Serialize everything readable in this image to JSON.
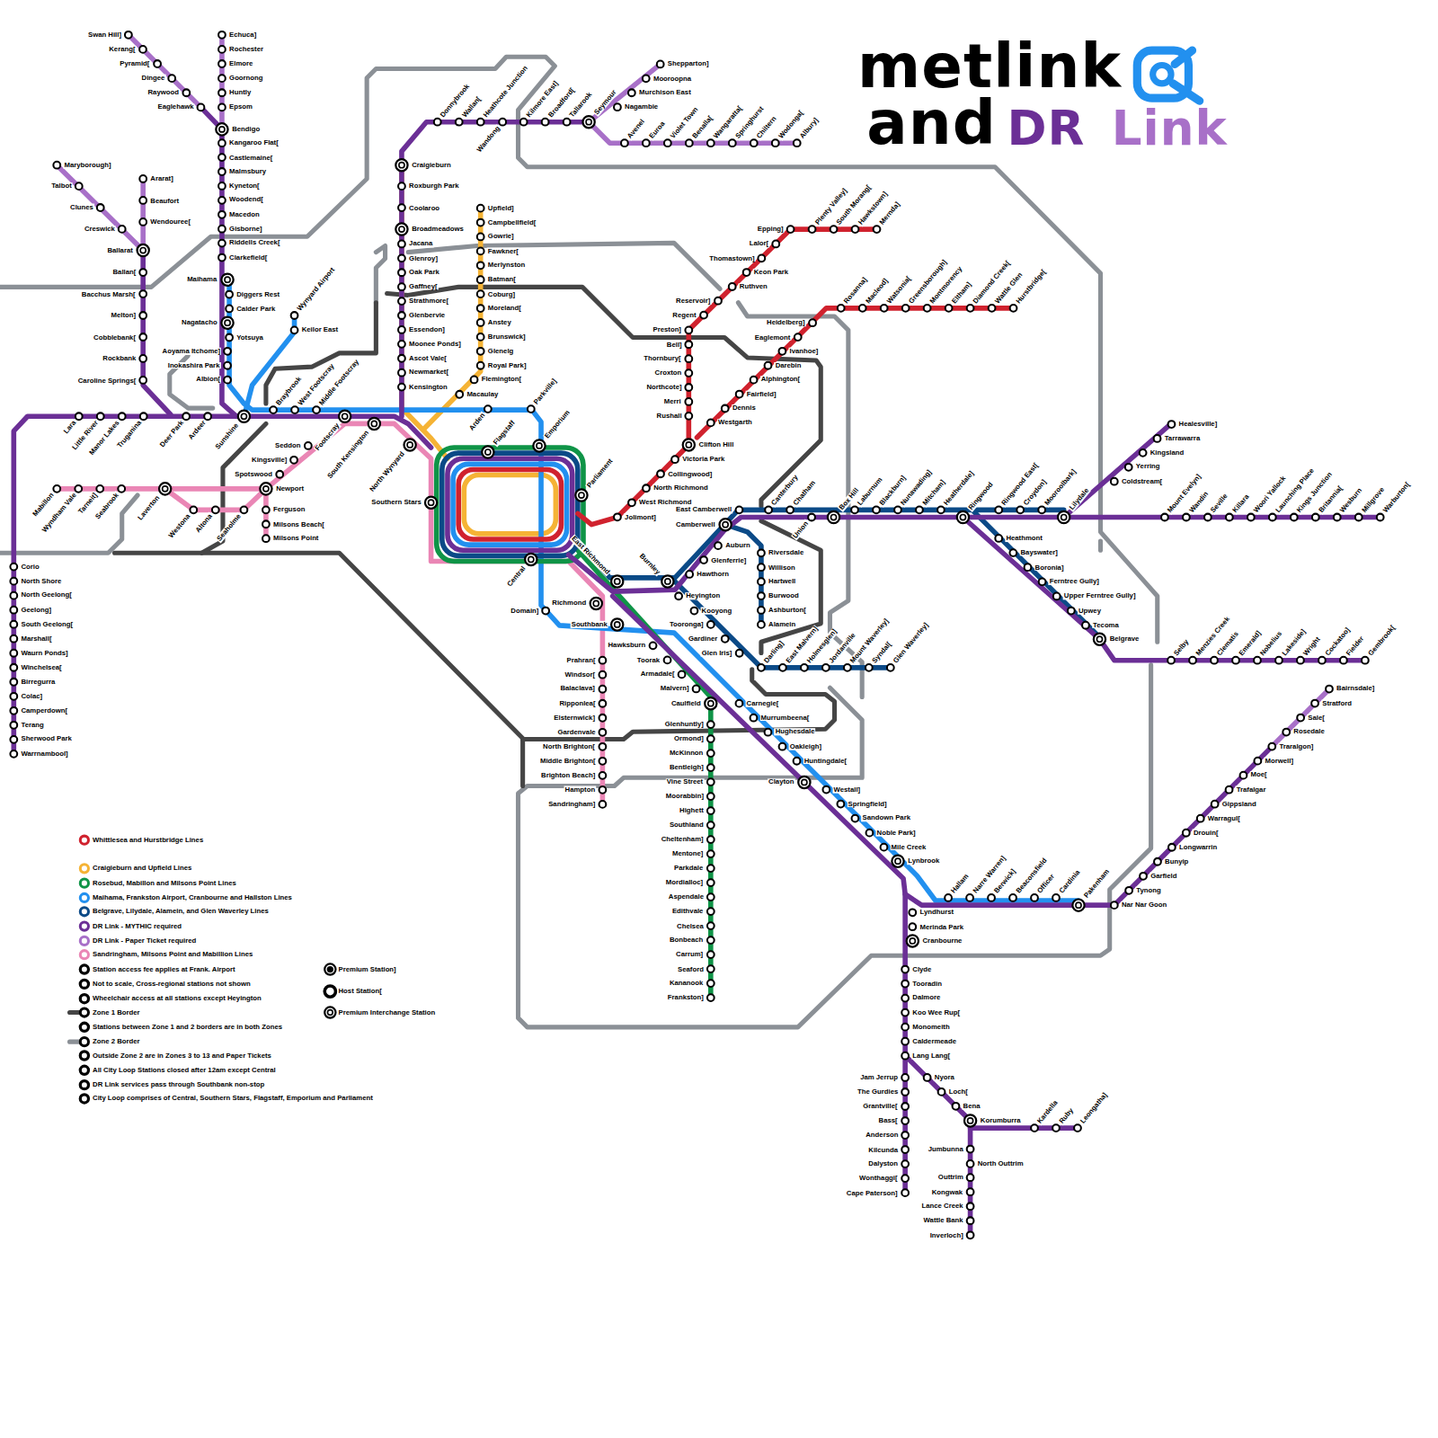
{
  "diagram": {
    "title": "metlink",
    "labels": [
      "and",
      "DR",
      "Link",
      "Swan Hill]",
      "Kerang[",
      "Pyramid[",
      "Dingee",
      "Raywood",
      "Eaglehawk",
      "Echuca]",
      "Rochester",
      "Elmore",
      "Goornong",
      "Huntly",
      "Epsom",
      "Bendigo",
      "Kangaroo Flat[",
      "Castlemaine[",
      "Malmsbury",
      "Kyneton[",
      "Woodend[",
      "Macedon",
      "Gisborne]",
      "Riddells Creek[",
      "Clarkefield[",
      "Maihama",
      "Diggers Rest",
      "Calder Park",
      "Nagatacho",
      "Yotsuya",
      "Aoyama Itchome]",
      "Inokashira Park",
      "Albion[",
      "Maryborough]",
      "Talbot",
      "Clunes",
      "Creswick",
      "Ararat]",
      "Beaufort",
      "Wendouree[",
      "Ballarat",
      "Ballan[",
      "Bacchus Marsh[",
      "Melton]",
      "Cobblebank[",
      "Rockbank",
      "Caroline Springs[",
      "Lara",
      "Little River",
      "Manor Lakes",
      "Truganina",
      "Deer Park",
      "Ardeer",
      "Sunshine",
      "Braybrook",
      "West Footscray",
      "Middle Footscray",
      "Footscray",
      "South Kensington",
      "Corio",
      "North Shore",
      "North Geelong[",
      "Geelong]",
      "South Geelong[",
      "Marshall[",
      "Waurn Ponds]",
      "Winchelsea[",
      "Birregurra",
      "Colac]",
      "Camperdown[",
      "Terang",
      "Sherwood Park",
      "Warrnambool]",
      "Seddon",
      "Kingsville]",
      "Spotswood",
      "Newport",
      "Ferguson",
      "Milsons Beach[",
      "Milsons Point",
      "Mabillon",
      "Wyndham Vale",
      "Tarneit]",
      "Seabrook",
      "Laverton",
      "Westona",
      "Altona",
      "Seaholme",
      "Wynyard Airport",
      "Keilor East",
      "Donnybrook",
      "Wallan[",
      "Heathcote Junction",
      "Wandong",
      "Kilmore East]",
      "Broadford[",
      "Tallarook",
      "Seymour",
      "Shepparton]",
      "Mooroopna",
      "Murchison East",
      "Nagambie",
      "Avenel",
      "Euroa",
      "Violet Town",
      "Benalla[",
      "Wangaratta[",
      "Springhurst",
      "Chiltern",
      "Wodonga[",
      "Albury]",
      "Craigieburn",
      "Roxburgh Park",
      "Coolaroo",
      "Broadmeadows",
      "Jacana",
      "Glenroy]",
      "Oak Park",
      "Gaffney[",
      "Strathmore[",
      "Glenbervie",
      "Essendon]",
      "Moonee Ponds]",
      "Ascot Vale[",
      "Newmarket[",
      "Kensington",
      "Upfield]",
      "Campbellfield[",
      "Gowrie]",
      "Fawkner[",
      "Merlynston",
      "Batman[",
      "Coburg]",
      "Moreland[",
      "Anstey",
      "Brunswick]",
      "Glenelg",
      "Royal Park]",
      "Flemington[",
      "Macaulay",
      "North Wynyard",
      "Arden",
      "Parkville]",
      "Flagstaff",
      "Emporium",
      "Parliament",
      "Southern Stars",
      "Central",
      "Domain]",
      "Richmond",
      "Southbank",
      "East Richmond",
      "Burnley",
      "Mernda]",
      "Hawkstown]",
      "South Morang[",
      "Plenty Valley]",
      "Epping]",
      "Lalor[",
      "Thomastown]",
      "Keon Park",
      "Ruthven",
      "Reservoir]",
      "Regent",
      "Preston]",
      "Bell]",
      "Thornbury[",
      "Croxton",
      "Northcote]",
      "Merri",
      "Rushall",
      "Clifton Hill",
      "Hurstbridge[",
      "Wattle Glen",
      "Diamond Creek[",
      "Eltham]",
      "Montmorency",
      "Greensborough]",
      "Watsonia[",
      "Macleod]",
      "Rosanna]",
      "Heidelberg]",
      "Eaglemont",
      "Ivanhoe]",
      "Darebin",
      "Alphington[",
      "Fairfield]",
      "Dennis",
      "Westgarth",
      "Victoria Park",
      "Collingwood]",
      "North Richmond",
      "West Richmond",
      "Jolimont]",
      "East Camberwell",
      "Canterbury",
      "Chatham",
      "Union",
      "Box Hill",
      "Laburnum",
      "Blackburn]",
      "Nunawading]",
      "Mitcham]",
      "Heatherdale]",
      "Ringwood",
      "Ringwood East[",
      "Croydon]",
      "Mooroolbark]",
      "Lilydale",
      "Coldstream[",
      "Yerring",
      "Kingsland",
      "Tarrawarra",
      "Healesville]",
      "Mount Evelyn]",
      "Wandin",
      "Seville",
      "Killara",
      "Woori Yallock",
      "Launching Place",
      "Kings Junction",
      "Britannia[",
      "Wesburn",
      "Millgrove",
      "Warburton[",
      "Heathmont",
      "Bayswater]",
      "Boronia]",
      "Ferntree Gully]",
      "Upper Ferntree Gully]",
      "Upwey",
      "Tecoma",
      "Belgrave",
      "Selby",
      "Menzies Creek",
      "Clematis",
      "Emerald]",
      "Nobelius",
      "Lakeside]",
      "Wright",
      "Cockatoo]",
      "Fielder",
      "Gembrook[",
      "Camberwell",
      "Auburn",
      "Glenferrie]",
      "Hawthorn",
      "Riversdale",
      "Willison",
      "Hartwell",
      "Burwood",
      "Ashburton[",
      "Alamein",
      "Heyington",
      "Kooyong",
      "Tooronga]",
      "Gardiner",
      "Glen Iris]",
      "Darling]",
      "East Malvern]",
      "Holmesglen]",
      "Jordanville",
      "Mount Waverley]",
      "Syndal[",
      "Glen Waverley]",
      "Hawksburn",
      "Toorak",
      "Armadale[",
      "Malvern]",
      "Caulfield",
      "Carnegie[",
      "Murrumbeena[",
      "Hughesdale",
      "Oakleigh]",
      "Huntingdale[",
      "Clayton",
      "Westall]",
      "Springfield]",
      "Sandown Park",
      "Noble Park]",
      "Mile Creek",
      "Lynbrook",
      "Hallam",
      "Narre Warren]",
      "Berwick]",
      "Beaconsfield",
      "Officer",
      "Cardinia",
      "Pakenham",
      "Nar Nar Goon",
      "Tynong",
      "Garfield",
      "Bunyip",
      "Longwarrin",
      "Drouin[",
      "Warragul[",
      "Gippsland",
      "Trafalgar",
      "Moe[",
      "Morwell]",
      "Traralgon]",
      "Rosedale",
      "Sale[",
      "Stratford",
      "Bairnsdale]",
      "Lyndhurst",
      "Merinda Park",
      "Cranbourne",
      "Clyde",
      "Tooradin",
      "Dalmore",
      "Koo Wee Rup[",
      "Monomeith",
      "Caldermeade",
      "Lang Lang[",
      "Jam Jerrup",
      "The Gurdies",
      "Grantville[",
      "Bass[",
      "Anderson",
      "Kilcunda",
      "Dalyston",
      "Wonthaggi[",
      "Cape Paterson]",
      "Nyora",
      "Loch[",
      "Bena",
      "Korumburra",
      "Kardella",
      "Ruby",
      "Leongatha]",
      "Jumbunna",
      "North Outtrim",
      "Outtrim",
      "Kongwak",
      "Lance Creek",
      "Wattle Bank",
      "Inverloch]",
      "Glenhuntly]",
      "Ormond]",
      "McKinnon",
      "Bentleigh]",
      "Vine Street",
      "Moorabbin]",
      "Highett",
      "Southland",
      "Cheltenham]",
      "Mentone]",
      "Parkdale",
      "Mordialloc]",
      "Aspendale",
      "Edithvale",
      "Chelsea",
      "Bonbeach",
      "Carrum]",
      "Seaford",
      "Kananook",
      "Frankston]",
      "Prahran[",
      "Windsor[",
      "Balaclava]",
      "Ripponlea[",
      "Elsternwick]",
      "Gardenvale",
      "North Brighton[",
      "Middle Brighton[",
      "Brighton Beach]",
      "Hampton",
      "Sandringham]"
    ],
    "legend": [
      {
        "text": "Whittlesea and Hurstbridge Lines",
        "color": "#d0222e"
      },
      {
        "text": "Craigieburn and Upfield Lines",
        "color": "#f5b335"
      },
      {
        "text": "Rosebud, Mabillon and Milsons Point Lines",
        "color": "#0f9447"
      },
      {
        "text": "Maihama, Frankston Airport, Cranbourne and Hallston Lines",
        "color": "#2290ef"
      },
      {
        "text": "Belgrave, Lilydale, Alamein, and Glen Waverley Lines",
        "color": "#0b4a87"
      },
      {
        "text": "DR Link - MYTHIC required",
        "color": "#6b2f96"
      },
      {
        "text": "DR Link - Paper Ticket required",
        "color": "#a870c8"
      },
      {
        "text": "Sandringham, Milsons Point and Mabillion Lines",
        "color": "#ea86b5"
      },
      {
        "text": "Station access fee applies at Frank. Airport"
      },
      {
        "text": "Not to scale, Cross-regional stations not shown"
      },
      {
        "text": "Wheelchair access at all stations except Heyington"
      },
      {
        "text": "Zone 1 Border"
      },
      {
        "text": "Stations between Zone 1 and 2 borders are in both Zones"
      },
      {
        "text": "Zone 2 Border"
      },
      {
        "text": "Outside Zone 2 are in Zones 3 to 13 and Paper Tickets"
      },
      {
        "text": "All City Loop Stations closed after 12am except Central"
      },
      {
        "text": "DR Link services pass through Southbank non-stop"
      },
      {
        "text": "City Loop comprises of Central, Southern Stars, Flagstaff, Emporium and Parliament"
      },
      {
        "text": "Premium Station]"
      },
      {
        "text": "Host Station["
      },
      {
        "text": "Premium Interchange Station"
      }
    ]
  }
}
